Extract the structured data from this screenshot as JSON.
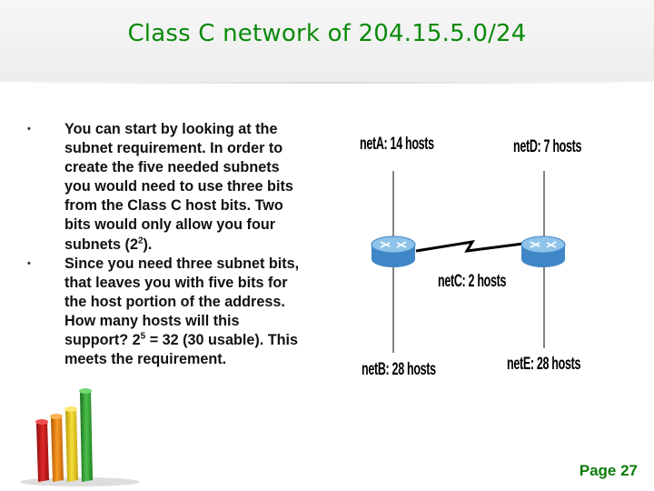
{
  "slide": {
    "title": "Class C network of 204.15.5.0/24",
    "bullet_marker": "•",
    "bullets": [
      {
        "pre": "You can start by looking at the subnet requirement. In order to create the five needed subnets you would need to use three bits from the Class C host bits. Two bits would only allow you four subnets (2",
        "sup": "2",
        "post": ")."
      },
      {
        "pre": "Since you need three subnet bits, that leaves you with five bits for the host portion of the address. How many hosts will this support? 2",
        "sup": "5",
        "post": " = 32 (30 usable). This meets the requirement."
      }
    ],
    "page_number": "Page 27"
  },
  "diagram": {
    "labels": {
      "netA": "netA: 14 hosts",
      "netD": "netD: 7 hosts",
      "netC": "netC: 2 hosts",
      "netB": "netB: 28 hosts",
      "netE": "netE: 28 hosts"
    },
    "router_icon": "router-icon",
    "link_icon": "serial-link-icon",
    "colors": {
      "router_top": "#8fc3ea",
      "router_side": "#3f86c6",
      "link": "#000000"
    }
  },
  "decor": {
    "logo_icon": "bar-chart-icon",
    "colors": [
      "#d01818",
      "#f08c14",
      "#f2d21a",
      "#3aa63a"
    ]
  },
  "theme": {
    "title_color": "#0a8a0a",
    "page_number_color": "#0a7a0a"
  }
}
